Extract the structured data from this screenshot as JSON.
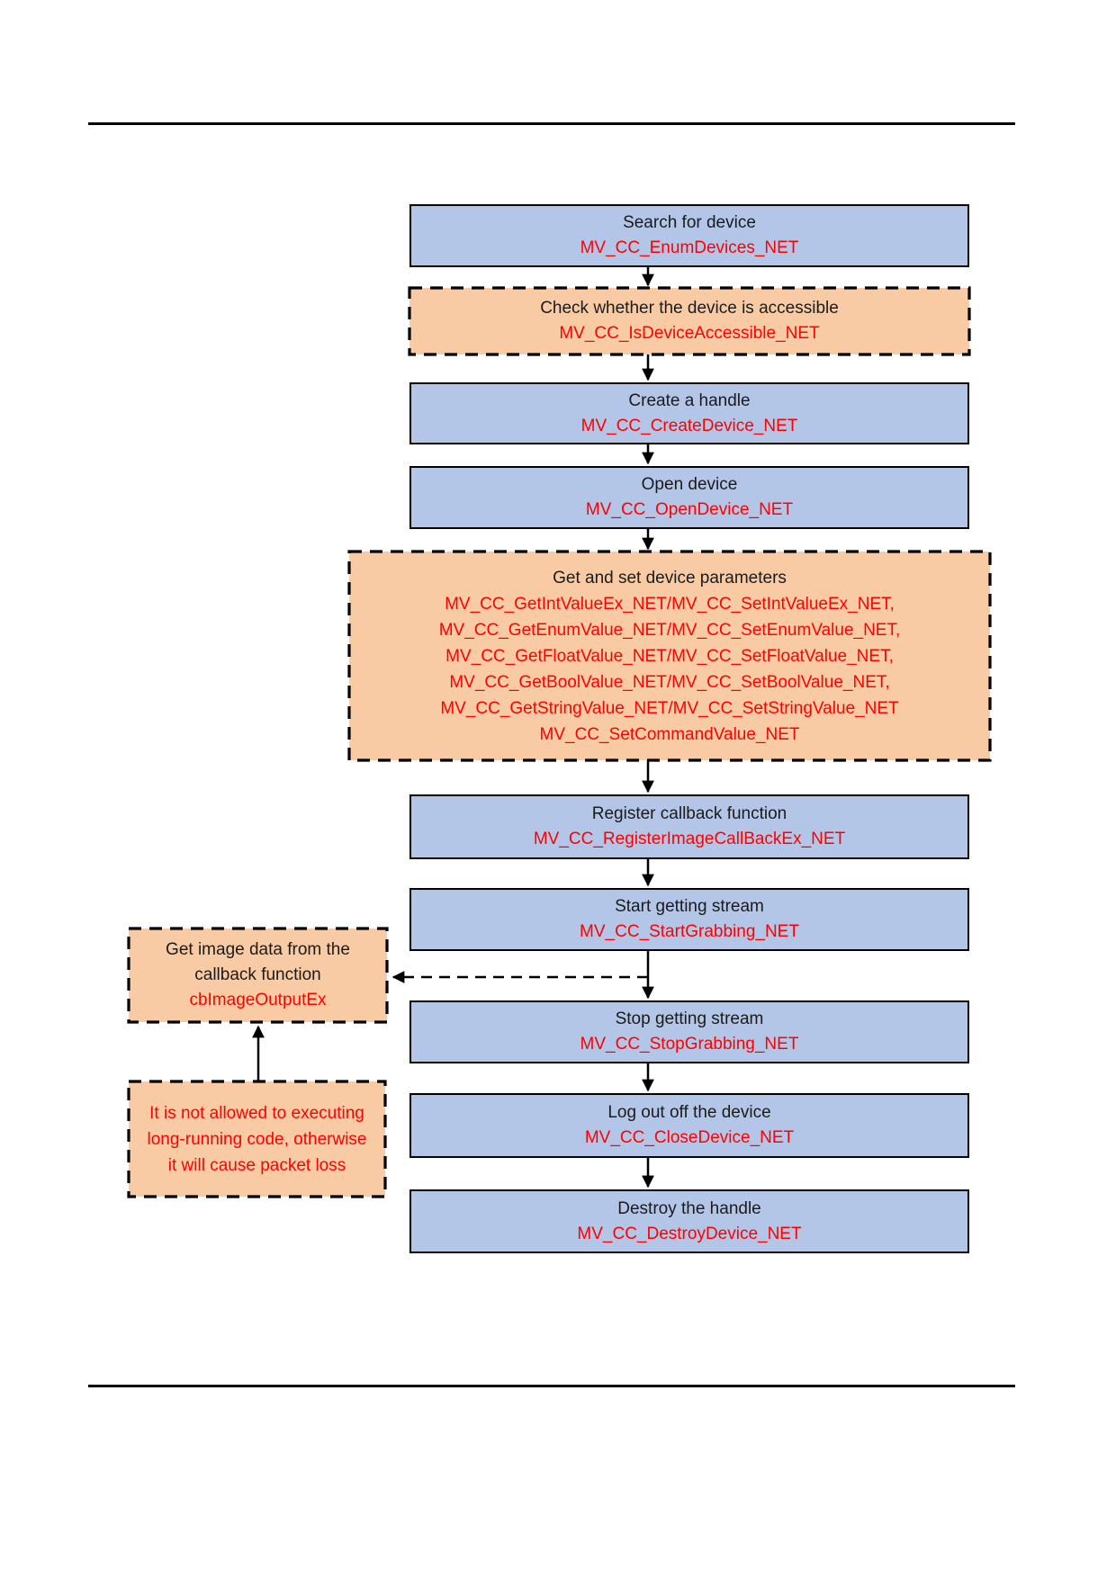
{
  "flowchart": {
    "main_steps": [
      {
        "title": "Search for device",
        "api": "MV_CC_EnumDevices_NET"
      },
      {
        "title": "Check whether the device is accessible",
        "api": "MV_CC_IsDeviceAccessible_NET"
      },
      {
        "title": "Create a handle",
        "api": "MV_CC_CreateDevice_NET"
      },
      {
        "title": "Open device",
        "api": "MV_CC_OpenDevice_NET"
      },
      {
        "title": "Get and set device parameters",
        "api_lines": [
          "MV_CC_GetIntValueEx_NET/MV_CC_SetIntValueEx_NET,",
          "MV_CC_GetEnumValue_NET/MV_CC_SetEnumValue_NET,",
          "MV_CC_GetFloatValue_NET/MV_CC_SetFloatValue_NET,",
          "MV_CC_GetBoolValue_NET/MV_CC_SetBoolValue_NET,",
          "MV_CC_GetStringValue_NET/MV_CC_SetStringValue_NET",
          "MV_CC_SetCommandValue_NET"
        ]
      },
      {
        "title": "Register callback function",
        "api": "MV_CC_RegisterImageCallBackEx_NET"
      },
      {
        "title": "Start getting stream",
        "api": "MV_CC_StartGrabbing_NET"
      },
      {
        "title": "Stop getting stream",
        "api": "MV_CC_StopGrabbing_NET"
      },
      {
        "title": "Log out off the device",
        "api": "MV_CC_CloseDevice_NET"
      },
      {
        "title": "Destroy the handle",
        "api": "MV_CC_DestroyDevice_NET"
      }
    ],
    "callback_note": {
      "title": "Get image data from the callback function",
      "api": "cbImageOutputEx"
    },
    "warning_note": {
      "text": "It is not allowed to executing long-running code, otherwise it will cause packet loss"
    },
    "colors": {
      "step_fill_blue": "#b4c6e7",
      "note_fill_orange": "#f9cba4",
      "api_text_red": "#ff0000",
      "line_black": "#000000"
    }
  }
}
